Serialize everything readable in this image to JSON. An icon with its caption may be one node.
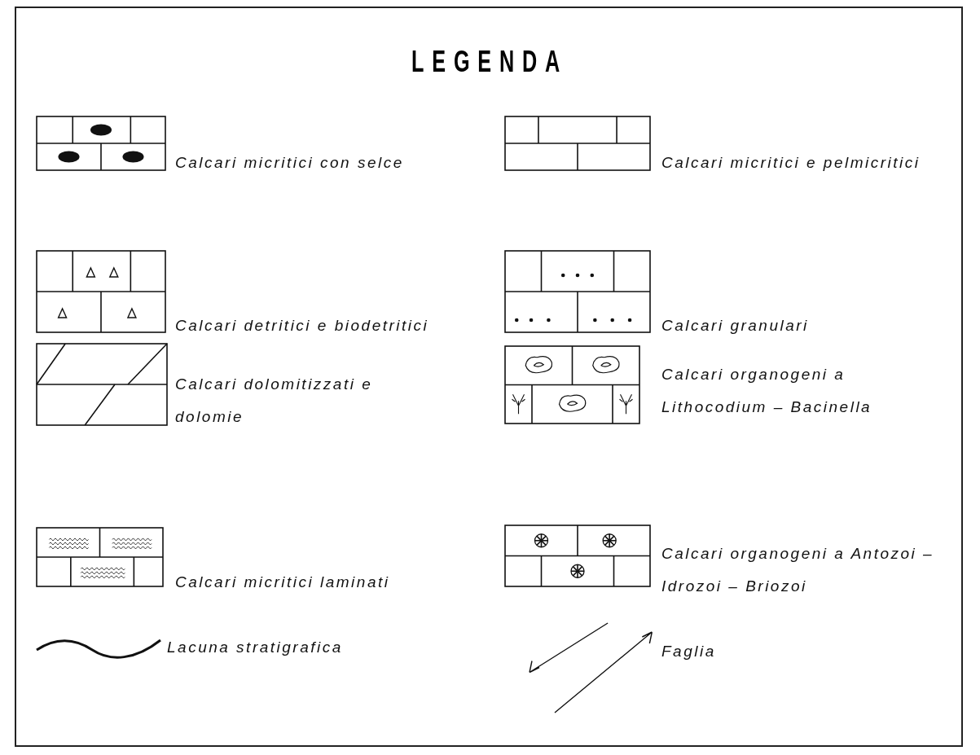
{
  "diagram": {
    "title": "LEGENDA",
    "legend": [
      {
        "text": "Calcari micritici con selce"
      },
      {
        "text": "Calcari micritici e pelmicritici"
      },
      {
        "text": "Calcari detritici e biodetritici"
      },
      {
        "text": "Calcari granulari"
      },
      {
        "text": "Calcari dolomitizzati e dolomie"
      },
      {
        "text": "Calcari organogeni a Lithocodium – Bacinella"
      },
      {
        "text": "Calcari micritici laminati"
      },
      {
        "text": "Calcari organogeni a Antozoi – Idrozoi – Briozoi"
      },
      {
        "text": "Lacuna stratigrafica"
      },
      {
        "text": "Faglia"
      }
    ]
  }
}
